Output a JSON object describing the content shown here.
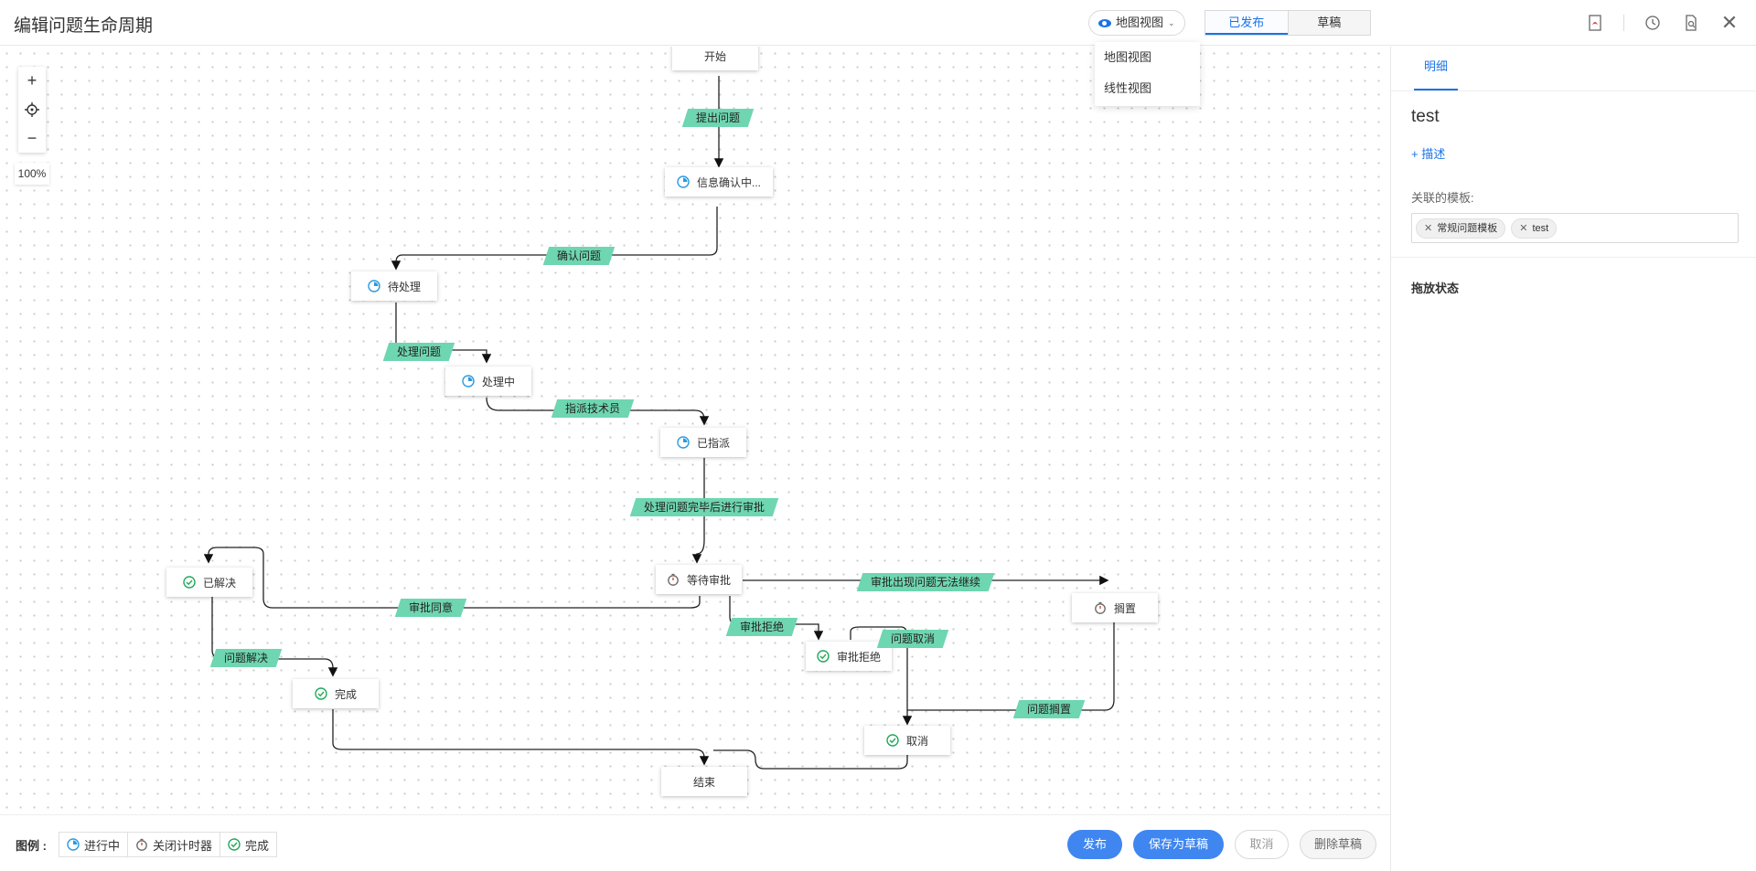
{
  "header": {
    "title": "编辑问题生命周期",
    "view_switch_label": "地图视图",
    "segments": [
      "已发布",
      "草稿"
    ]
  },
  "dropdown": {
    "options": [
      "地图视图",
      "线性视图"
    ]
  },
  "canvas": {
    "zoom_in": "+",
    "zoom_out": "−",
    "zoom_level": "100%"
  },
  "nodes": {
    "start": "开始",
    "confirming": "信息确认中...",
    "pending": "待处理",
    "processing": "处理中",
    "assigned": "已指派",
    "awaiting_approval": "等待审批",
    "resolved": "已解决",
    "on_hold": "搁置",
    "rejected": "审批拒绝",
    "done": "完成",
    "cancelled": "取消",
    "end": "结束"
  },
  "edges": {
    "raise_issue": "提出问题",
    "confirm_issue": "确认问题",
    "handle_issue": "处理问题",
    "assign_tech": "指派技术员",
    "approve_after": "处理问题完毕后进行审批",
    "approved": "审批同意",
    "cannot_continue": "审批出现问题无法继续",
    "reject": "审批拒绝",
    "cancel_issue": "问题取消",
    "issue_solved": "问题解决",
    "issue_hold": "问题搁置"
  },
  "legend": {
    "title": "图例",
    "items": [
      "进行中",
      "关闭计时器",
      "完成"
    ]
  },
  "footer": {
    "publish": "发布",
    "save_draft": "保存为草稿",
    "cancel": "取消",
    "delete_draft": "删除草稿"
  },
  "panel": {
    "tab": "明细",
    "name": "test",
    "add_desc": "+ 描述",
    "templates_label": "关联的模板:",
    "templates": [
      "常规问题模板",
      "test"
    ],
    "drop_title": "拖放状态"
  },
  "colors": {
    "accent": "#1a73e8",
    "edge_label": "#6ed6b1",
    "in_progress": "#2b9ae0",
    "complete": "#21a85a"
  }
}
